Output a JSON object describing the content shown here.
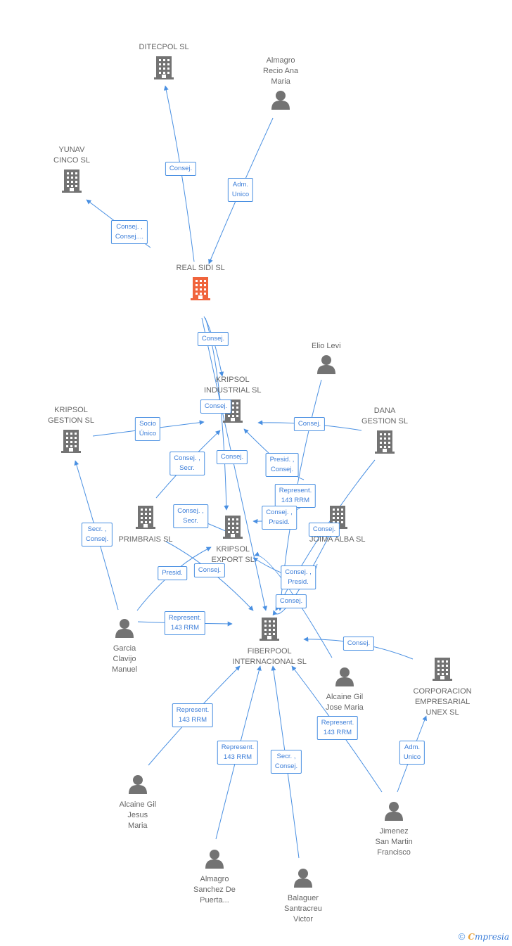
{
  "colors": {
    "edge": "#4a90e2",
    "building": "#737373",
    "focus_building": "#f0643c",
    "person": "#737373"
  },
  "nodes": [
    {
      "id": "ditecpol",
      "type": "building",
      "label": "DITECPOL SL",
      "label_pos": "up"
    },
    {
      "id": "almagro_recio",
      "type": "person",
      "label": "Almagro\nRecio Ana\nMaria",
      "label_pos": "up"
    },
    {
      "id": "yunav",
      "type": "building",
      "label": "YUNAV\nCINCO  SL",
      "label_pos": "up"
    },
    {
      "id": "real_sidi",
      "type": "building",
      "focus": true,
      "label": "REAL SIDI SL",
      "label_pos": "up"
    },
    {
      "id": "elio_levi",
      "type": "person",
      "label": "Elio Levi",
      "label_pos": "up"
    },
    {
      "id": "kripsol_industrial",
      "type": "building",
      "label": "KRIPSOL\nINDUSTRIAL SL",
      "label_pos": "up"
    },
    {
      "id": "kripsol_gestion",
      "type": "building",
      "label": "KRIPSOL\nGESTION SL",
      "label_pos": "up"
    },
    {
      "id": "dana_gestion",
      "type": "building",
      "label": "DANA\nGESTION SL",
      "label_pos": "up"
    },
    {
      "id": "primbrais",
      "type": "building",
      "label": "PRIMBRAIS SL",
      "label_pos": "down"
    },
    {
      "id": "kripsol_export",
      "type": "building",
      "label": "KRIPSOL\nEXPORT SL",
      "label_pos": "down"
    },
    {
      "id": "joima_alba",
      "type": "building",
      "label": "JOIMA ALBA SL",
      "label_pos": "down"
    },
    {
      "id": "garcia_clavijo",
      "type": "person",
      "label": "Garcia\nClavijo\nManuel",
      "label_pos": "down"
    },
    {
      "id": "fiberpool",
      "type": "building",
      "label": "FIBERPOOL\nINTERNACIONAL SL",
      "label_pos": "down"
    },
    {
      "id": "alcaine_jose",
      "type": "person",
      "label": "Alcaine Gil\nJose Maria",
      "label_pos": "down"
    },
    {
      "id": "corporacion",
      "type": "building",
      "label": "CORPORACION\nEMPRESARIAL\nUNEX SL",
      "label_pos": "down"
    },
    {
      "id": "alcaine_jesus",
      "type": "person",
      "label": "Alcaine Gil\nJesus\nMaria",
      "label_pos": "down"
    },
    {
      "id": "jimenez",
      "type": "person",
      "label": "Jimenez\nSan Martin\nFrancisco",
      "label_pos": "down"
    },
    {
      "id": "almagro_sanchez",
      "type": "person",
      "label": "Almagro\nSanchez De\nPuerta...",
      "label_pos": "down"
    },
    {
      "id": "balaguer",
      "type": "person",
      "label": "Balaguer\nSantracreu\nVictor",
      "label_pos": "down"
    }
  ],
  "edges": [
    {
      "id": "e1",
      "label": "Consej."
    },
    {
      "id": "e2",
      "label": "Adm.\nUnico"
    },
    {
      "id": "e3",
      "label": "Consej. ,\nConsej...."
    },
    {
      "id": "e4",
      "label": "Consej."
    },
    {
      "id": "e5",
      "label": "Consej."
    },
    {
      "id": "e6",
      "label": "Socio\nÚnico"
    },
    {
      "id": "e7",
      "label": "Consej."
    },
    {
      "id": "e8",
      "label": "Consej. ,\nSecr."
    },
    {
      "id": "e9",
      "label": "Consej."
    },
    {
      "id": "e10",
      "label": "Presid. ,\nConsej."
    },
    {
      "id": "e11",
      "label": "Represent.\n143 RRM"
    },
    {
      "id": "e12",
      "label": "Consej. ,\nSecr."
    },
    {
      "id": "e13",
      "label": "Consej. ,\nPresid."
    },
    {
      "id": "e14",
      "label": "Consej."
    },
    {
      "id": "e15",
      "label": "Secr. ,\nConsej."
    },
    {
      "id": "e16",
      "label": "Presid."
    },
    {
      "id": "e17",
      "label": "Consej."
    },
    {
      "id": "e18",
      "label": "Consej. ,\nPresid."
    },
    {
      "id": "e19",
      "label": "Consej."
    },
    {
      "id": "e20",
      "label": "Represent.\n143 RRM"
    },
    {
      "id": "e21",
      "label": "Consej."
    },
    {
      "id": "e22",
      "label": "Represent.\n143 RRM"
    },
    {
      "id": "e23",
      "label": "Represent.\n143 RRM"
    },
    {
      "id": "e24",
      "label": "Secr. ,\nConsej."
    },
    {
      "id": "e25",
      "label": "Represent.\n143 RRM"
    },
    {
      "id": "e26",
      "label": "Adm.\nUnico"
    }
  ],
  "footer": {
    "copyright_symbol": "©",
    "brand_first": "C",
    "brand_rest": "mpresia"
  }
}
